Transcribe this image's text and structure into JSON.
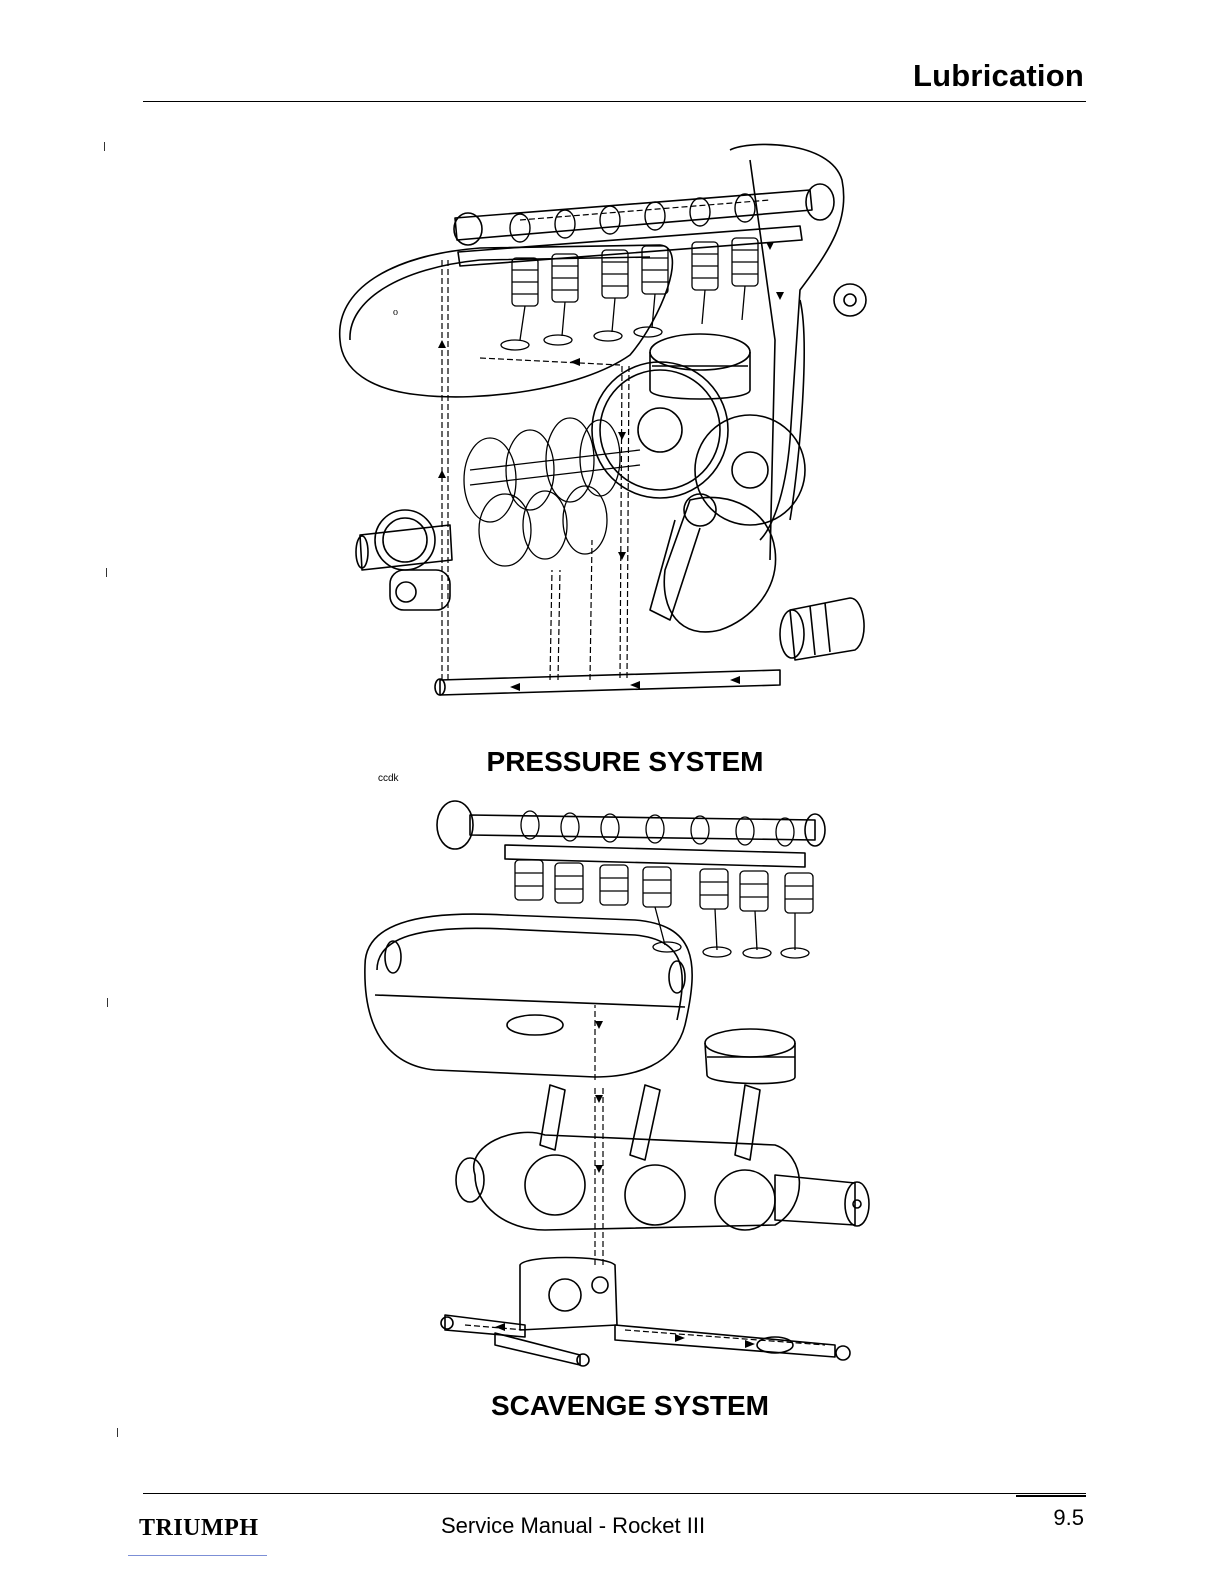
{
  "header": {
    "section_title": "Lubrication"
  },
  "figures": {
    "pressure": {
      "caption": "PRESSURE SYSTEM",
      "ref_code": "ccdk"
    },
    "scavenge": {
      "caption": "SCAVENGE SYSTEM"
    }
  },
  "footer": {
    "brand_logo": "TRIUMPH",
    "manual_title": "Service Manual - Rocket III",
    "page_number": "9.5"
  }
}
